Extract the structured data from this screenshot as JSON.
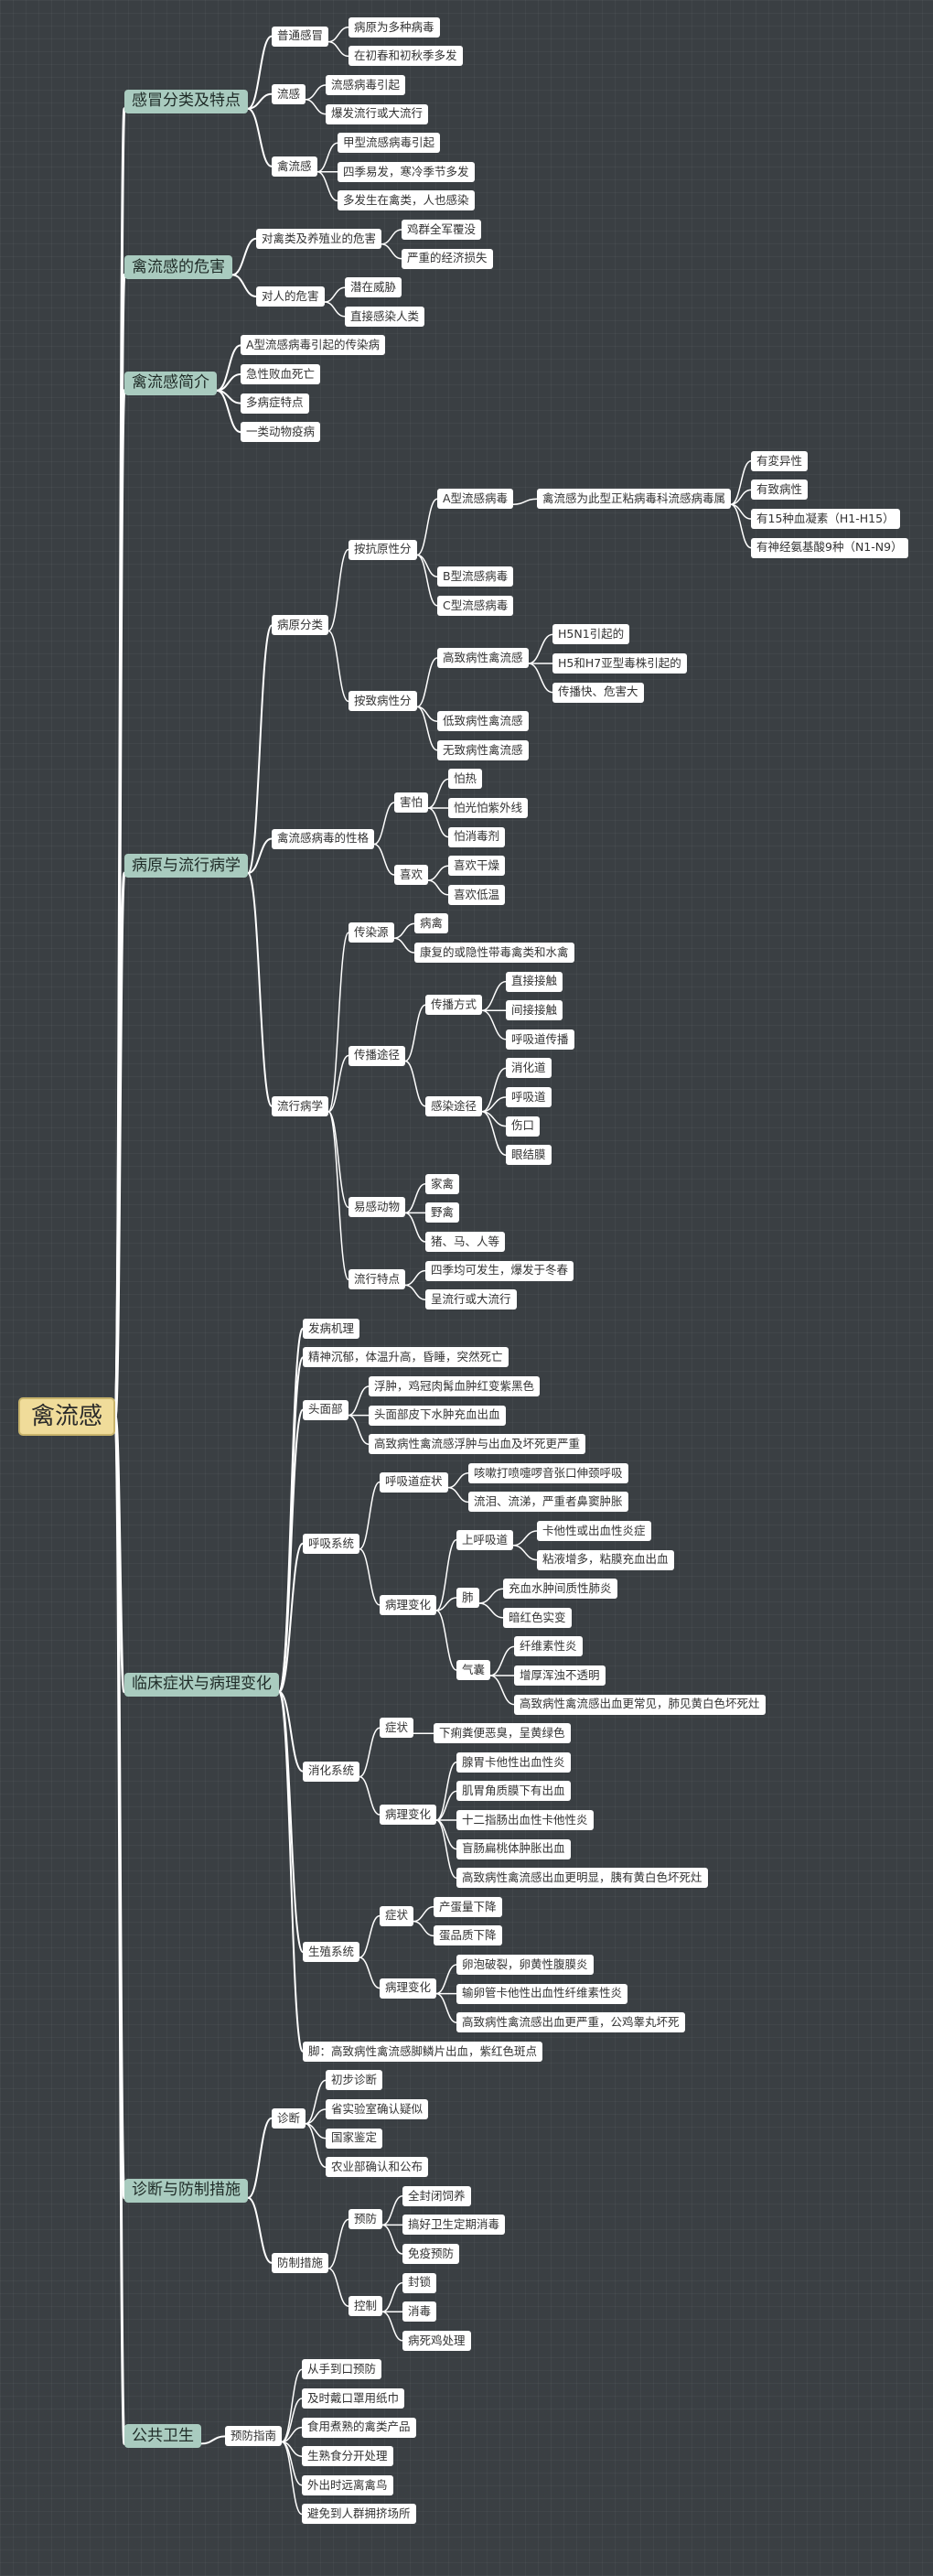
{
  "root": "禽流感",
  "colors": {
    "background": "#3a3f43",
    "line": "#ffffff",
    "root_fill": "#f0dc9a",
    "branch_fill": "#a9cbbf",
    "leaf_fill": "#ffffff"
  },
  "branches": [
    {
      "label": "感冒分类及特点",
      "children": [
        {
          "label": "普通感冒",
          "children": [
            {
              "label": "病原为多种病毒"
            },
            {
              "label": "在初春和初秋季多发"
            }
          ]
        },
        {
          "label": "流感",
          "children": [
            {
              "label": "流感病毒引起"
            },
            {
              "label": "爆发流行或大流行"
            }
          ]
        },
        {
          "label": "禽流感",
          "children": [
            {
              "label": "甲型流感病毒引起"
            },
            {
              "label": "四季易发，寒冷季节多发"
            },
            {
              "label": "多发生在禽类，人也感染"
            }
          ]
        }
      ]
    },
    {
      "label": "禽流感的危害",
      "children": [
        {
          "label": "对禽类及养殖业的危害",
          "children": [
            {
              "label": "鸡群全军覆没"
            },
            {
              "label": "严重的经济损失"
            }
          ]
        },
        {
          "label": "对人的危害",
          "children": [
            {
              "label": "潜在威胁"
            },
            {
              "label": "直接感染人类"
            }
          ]
        }
      ]
    },
    {
      "label": "禽流感简介",
      "children": [
        {
          "label": "A型流感病毒引起的传染病"
        },
        {
          "label": "急性败血死亡"
        },
        {
          "label": "多病症特点"
        },
        {
          "label": "一类动物疫病"
        }
      ]
    },
    {
      "label": "病原与流行病学",
      "children": [
        {
          "label": "病原分类",
          "children": [
            {
              "label": "按抗原性分",
              "children": [
                {
                  "label": "A型流感病毒",
                  "children": [
                    {
                      "label": "禽流感为此型正粘病毒科流感病毒属",
                      "children": [
                        {
                          "label": "有変异性"
                        },
                        {
                          "label": "有致病性"
                        },
                        {
                          "label": "有15种血凝素（H1-H15）"
                        },
                        {
                          "label": "有神经氨基酸9种（N1-N9）"
                        }
                      ]
                    }
                  ]
                },
                {
                  "label": "B型流感病毒"
                },
                {
                  "label": "C型流感病毒"
                }
              ]
            },
            {
              "label": "按致病性分",
              "children": [
                {
                  "label": "高致病性禽流感",
                  "children": [
                    {
                      "label": "H5N1引起的"
                    },
                    {
                      "label": "H5和H7亚型毒株引起的"
                    },
                    {
                      "label": "传播快、危害大"
                    }
                  ]
                },
                {
                  "label": "低致病性禽流感"
                },
                {
                  "label": "无致病性禽流感"
                }
              ]
            }
          ]
        },
        {
          "label": "禽流感病毒的性格",
          "children": [
            {
              "label": "害怕",
              "children": [
                {
                  "label": "怕热"
                },
                {
                  "label": "怕光怕紫外线"
                },
                {
                  "label": "怕消毒剂"
                }
              ]
            },
            {
              "label": "喜欢",
              "children": [
                {
                  "label": "喜欢干燥"
                },
                {
                  "label": "喜欢低温"
                }
              ]
            }
          ]
        },
        {
          "label": "流行病学",
          "children": [
            {
              "label": "传染源",
              "children": [
                {
                  "label": "病禽"
                },
                {
                  "label": "康复的或隐性带毒禽类和水禽"
                }
              ]
            },
            {
              "label": "传播途径",
              "children": [
                {
                  "label": "传播方式",
                  "children": [
                    {
                      "label": "直接接触"
                    },
                    {
                      "label": "间接接触"
                    },
                    {
                      "label": "呼吸道传播"
                    }
                  ]
                },
                {
                  "label": "感染途径",
                  "children": [
                    {
                      "label": "消化道"
                    },
                    {
                      "label": "呼吸道"
                    },
                    {
                      "label": "伤口"
                    },
                    {
                      "label": "眼结膜"
                    }
                  ]
                }
              ]
            },
            {
              "label": "易感动物",
              "children": [
                {
                  "label": "家禽"
                },
                {
                  "label": "野禽"
                },
                {
                  "label": "猪、马、人等"
                }
              ]
            },
            {
              "label": "流行特点",
              "children": [
                {
                  "label": "四季均可发生，爆发于冬春"
                },
                {
                  "label": "呈流行或大流行"
                }
              ]
            }
          ]
        }
      ]
    },
    {
      "label": "临床症状与病理变化",
      "children": [
        {
          "label": "发病机理"
        },
        {
          "label": "精神沉郁，体温升高，昏睡，突然死亡"
        },
        {
          "label": "头面部",
          "children": [
            {
              "label": "浮肿，鸡冠肉髯血肿红变紫黑色"
            },
            {
              "label": "头面部皮下水肿充血出血"
            },
            {
              "label": "高致病性禽流感浮肿与出血及坏死更严重"
            }
          ]
        },
        {
          "label": "呼吸系统",
          "children": [
            {
              "label": "呼吸道症状",
              "children": [
                {
                  "label": "咳嗽打喷嚏啰音张口伸颈呼吸"
                },
                {
                  "label": "流泪、流涕，严重者鼻窦肿胀"
                }
              ]
            },
            {
              "label": "病理变化",
              "children": [
                {
                  "label": "上呼吸道",
                  "children": [
                    {
                      "label": "卡他性或出血性炎症"
                    },
                    {
                      "label": "粘液增多，粘膜充血出血"
                    }
                  ]
                },
                {
                  "label": "肺",
                  "children": [
                    {
                      "label": "充血水肿间质性肺炎"
                    },
                    {
                      "label": "暗红色实变"
                    }
                  ]
                },
                {
                  "label": "气囊",
                  "children": [
                    {
                      "label": "纤维素性炎"
                    },
                    {
                      "label": "增厚浑浊不透明"
                    },
                    {
                      "label": "高致病性禽流感出血更常见，肺见黄白色坏死灶"
                    }
                  ]
                }
              ]
            }
          ]
        },
        {
          "label": "消化系统",
          "children": [
            {
              "label": "症状",
              "children": [
                {
                  "label": "下痢粪便恶臭，呈黄绿色"
                }
              ]
            },
            {
              "label": "病理变化",
              "children": [
                {
                  "label": "腺胃卡他性出血性炎"
                },
                {
                  "label": "肌胃角质膜下有出血"
                },
                {
                  "label": "十二指肠出血性卡他性炎"
                },
                {
                  "label": "盲肠扁桃体肿胀出血"
                },
                {
                  "label": "高致病性禽流感出血更明显，胰有黄白色坏死灶"
                }
              ]
            }
          ]
        },
        {
          "label": "生殖系统",
          "children": [
            {
              "label": "症状",
              "children": [
                {
                  "label": "产蛋量下降"
                },
                {
                  "label": "蛋品质下降"
                }
              ]
            },
            {
              "label": "病理变化",
              "children": [
                {
                  "label": "卵泡破裂，卵黄性腹膜炎"
                },
                {
                  "label": "输卵管卡他性出血性纤维素性炎"
                },
                {
                  "label": "高致病性禽流感出血更严重，公鸡睾丸坏死"
                }
              ]
            }
          ]
        },
        {
          "label": "脚：高致病性禽流感脚鳞片出血，紫红色斑点"
        }
      ]
    },
    {
      "label": "诊断与防制措施",
      "children": [
        {
          "label": "诊断",
          "children": [
            {
              "label": "初步诊断"
            },
            {
              "label": "省实验室确认疑似"
            },
            {
              "label": "国家鉴定"
            },
            {
              "label": "农业部确认和公布"
            }
          ]
        },
        {
          "label": "防制措施",
          "children": [
            {
              "label": "预防",
              "children": [
                {
                  "label": "全封闭饲养"
                },
                {
                  "label": "搞好卫生定期消毒"
                },
                {
                  "label": "免疫预防"
                }
              ]
            },
            {
              "label": "控制",
              "children": [
                {
                  "label": "封锁"
                },
                {
                  "label": "消毒"
                },
                {
                  "label": "病死鸡处理"
                }
              ]
            }
          ]
        }
      ]
    },
    {
      "label": "公共卫生",
      "children": [
        {
          "label": "预防指南",
          "children": [
            {
              "label": "从手到口预防"
            },
            {
              "label": "及时戴口罩用纸巾"
            },
            {
              "label": "食用煮熟的禽类产品"
            },
            {
              "label": "生熟食分开处理"
            },
            {
              "label": "外出时远离禽鸟"
            },
            {
              "label": "避免到人群拥挤场所"
            }
          ]
        }
      ]
    }
  ]
}
